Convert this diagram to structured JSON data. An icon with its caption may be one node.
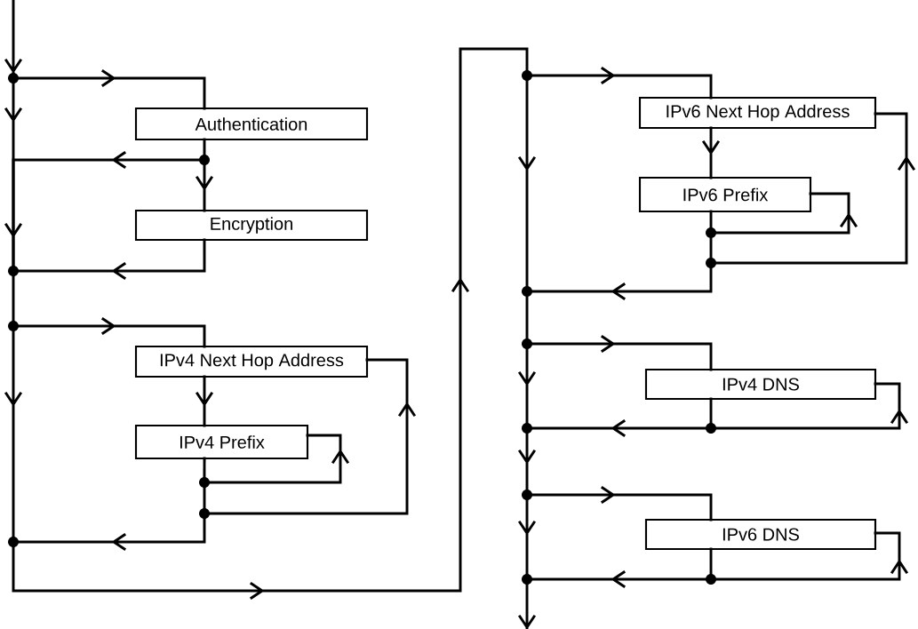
{
  "diagram": {
    "nodes": [
      {
        "text": [
          "Authentication"
        ]
      },
      {
        "text": [
          "Encryption"
        ]
      },
      {
        "text": [
          "IPv4 Next Hop Address"
        ]
      },
      {
        "text": [
          "IPv4 Prefix"
        ]
      },
      {
        "text": [
          "IPv6 Next Hop Address"
        ]
      },
      {
        "text": [
          "IPv6 Prefix"
        ]
      },
      {
        "text": [
          "IPv4 DNS"
        ]
      },
      {
        "text": [
          "IPv6 DNS"
        ]
      },
      {
        "text": [],
        "shape": "circle"
      },
      {
        "text": [],
        "shape": "circle"
      },
      {
        "text": [],
        "shape": "circle"
      },
      {
        "text": [],
        "shape": "circle"
      },
      {
        "text": [],
        "shape": "circle"
      },
      {
        "text": [],
        "shape": "circle"
      },
      {
        "text": [],
        "shape": "circle"
      },
      {
        "text": [],
        "shape": "circle"
      },
      {
        "text": [],
        "shape": "circle"
      },
      {
        "text": [],
        "shape": "circle"
      },
      {
        "text": [],
        "shape": "circle"
      },
      {
        "text": [],
        "shape": "circle"
      },
      {
        "text": [],
        "shape": "circle"
      },
      {
        "text": [],
        "shape": "circle"
      },
      {
        "text": [],
        "shape": "circle"
      },
      {
        "text": [],
        "shape": "circle"
      },
      {
        "text": [],
        "shape": "circle"
      }
    ],
    "edges": [
      {
        "from": null,
        "to": 8,
        "arrow": "to"
      },
      {
        "from": 8,
        "to": 0,
        "arrow": "to"
      },
      {
        "from": 8,
        "to": 10,
        "arrow": "to"
      },
      {
        "from": 0,
        "to": 9,
        "arrow": "none"
      },
      {
        "from": 9,
        "to": 1,
        "arrow": "to"
      },
      {
        "from": 9,
        "to": 10,
        "arrow": "to"
      },
      {
        "from": 1,
        "to": 10,
        "arrow": "to"
      },
      {
        "from": 10,
        "to": 11,
        "arrow": "none"
      },
      {
        "from": 11,
        "to": 2,
        "arrow": "to"
      },
      {
        "from": 11,
        "to": 14,
        "arrow": "to"
      },
      {
        "from": 2,
        "to": 3,
        "arrow": "to"
      },
      {
        "from": 3,
        "to": 12,
        "arrow": "none"
      },
      {
        "from": 12,
        "to": 3,
        "arrow": "to"
      },
      {
        "from": 12,
        "to": 13,
        "arrow": "none"
      },
      {
        "from": 13,
        "to": 2,
        "arrow": "to"
      },
      {
        "from": 13,
        "to": 14,
        "arrow": "to"
      },
      {
        "from": 14,
        "to": 15,
        "arrow": "to"
      },
      {
        "from": 15,
        "to": 4,
        "arrow": "to"
      },
      {
        "from": 15,
        "to": 18,
        "arrow": "to"
      },
      {
        "from": 4,
        "to": 5,
        "arrow": "to"
      },
      {
        "from": 5,
        "to": 16,
        "arrow": "none"
      },
      {
        "from": 16,
        "to": 5,
        "arrow": "to"
      },
      {
        "from": 16,
        "to": 17,
        "arrow": "none"
      },
      {
        "from": 17,
        "to": 4,
        "arrow": "to"
      },
      {
        "from": 17,
        "to": 18,
        "arrow": "to"
      },
      {
        "from": 18,
        "to": 19,
        "arrow": "none"
      },
      {
        "from": 19,
        "to": 6,
        "arrow": "to"
      },
      {
        "from": 19,
        "to": 21,
        "arrow": "to"
      },
      {
        "from": 6,
        "to": 20,
        "arrow": "none"
      },
      {
        "from": 20,
        "to": 6,
        "arrow": "to"
      },
      {
        "from": 20,
        "to": 21,
        "arrow": "to"
      },
      {
        "from": 21,
        "to": 22,
        "arrow": "to"
      },
      {
        "from": 22,
        "to": 7,
        "arrow": "to"
      },
      {
        "from": 22,
        "to": 24,
        "arrow": "to"
      },
      {
        "from": 7,
        "to": 23,
        "arrow": "none"
      },
      {
        "from": 23,
        "to": 7,
        "arrow": "to"
      },
      {
        "from": 23,
        "to": 24,
        "arrow": "to"
      },
      {
        "from": 24,
        "to": null,
        "arrow": "to"
      }
    ]
  }
}
